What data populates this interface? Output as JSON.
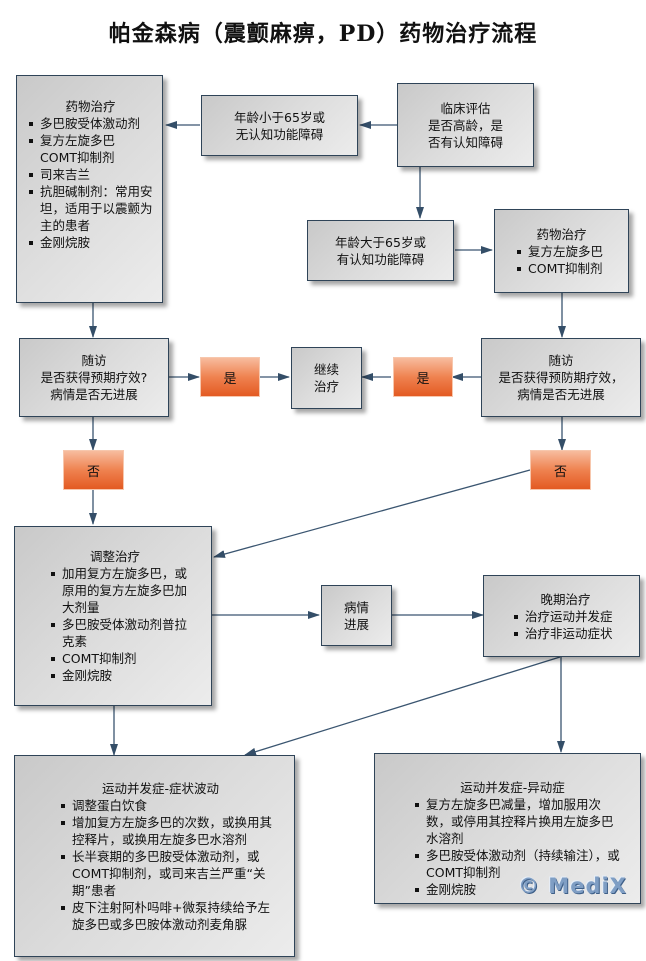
{
  "title": "帕金森病（震颤麻痹，PD）药物治疗流程",
  "nodes": {
    "drug_left": {
      "heading": "药物治疗",
      "items": [
        "多巴胺受体激动剂",
        "复方左旋多巴 COMT抑制剂",
        "司来吉兰",
        "抗胆碱制剂：常用安坦，适用于以震颤为主的患者",
        "金刚烷胺"
      ]
    },
    "age_under": {
      "lines": [
        "年龄小于65岁或",
        "无认知功能障碍"
      ]
    },
    "clinical": {
      "lines": [
        "临床评估",
        "是否高龄，是",
        "否有认知障碍"
      ]
    },
    "age_over": {
      "lines": [
        "年龄大于65岁或",
        "有认知功能障碍"
      ]
    },
    "drug_right": {
      "heading": "药物治疗",
      "items": [
        "复方左旋多巴",
        "COMT抑制剂"
      ]
    },
    "followup_left": {
      "lines": [
        "随访",
        "是否获得预期疗效?",
        "病情是否无进展"
      ]
    },
    "yes_left": {
      "label": "是"
    },
    "continue": {
      "lines": [
        "继续",
        "治疗"
      ]
    },
    "yes_right": {
      "label": "是"
    },
    "followup_right": {
      "lines": [
        "随访",
        "是否获得预防期疗效，",
        "病情是否无进展"
      ]
    },
    "no_left": {
      "label": "否"
    },
    "no_right": {
      "label": "否"
    },
    "adjust": {
      "heading": "调整治疗",
      "items": [
        "加用复方左旋多巴，或原用的复方左旋多巴加大剂量",
        "多巴胺受体激动剂普拉克素",
        "COMT抑制剂",
        "金刚烷胺"
      ]
    },
    "progress": {
      "lines": [
        "病情",
        "进展"
      ]
    },
    "late": {
      "heading": "晚期治疗",
      "items": [
        "治疗运动并发症",
        "治疗非运动症状"
      ]
    },
    "fluct": {
      "heading": "运动并发症-症状波动",
      "items": [
        "调整蛋白饮食",
        "增加复方左旋多巴的次数，或换用其控释片，或换用左旋多巴水溶剂",
        "长半衰期的多巴胺受体激动剂，或 COMT抑制剂，或司来吉兰严重“关期”患者",
        "皮下注射阿朴吗啡+微泵持续给予左旋多巴或多巴胺体激动剂麦角脲"
      ]
    },
    "dysk": {
      "heading": "运动并发症-异动症",
      "items": [
        "复方左旋多巴减量，增加服用次数，或停用其控释片换用左旋多巴水溶剂",
        "多巴胺受体激动剂（持续输注），或COMT抑制剂",
        "金刚烷胺"
      ]
    }
  },
  "watermark": "© MediX",
  "colors": {
    "border": "#2f4458",
    "arrow": "#3a5570",
    "decision_orange": "#e35a22",
    "box_gray": "#dcdcdc"
  }
}
